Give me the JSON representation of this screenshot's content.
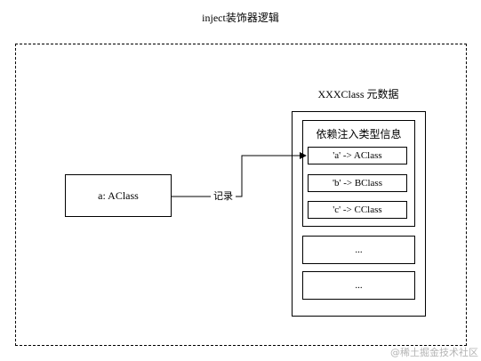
{
  "diagram": {
    "title": "inject装饰器逻辑",
    "metadata_title": "XXXClass 元数据",
    "dependency_title": "依赖注入类型信息",
    "entries": [
      "'a' -> AClass",
      "'b' -> BClass",
      "'c' -> CClass"
    ],
    "ellipsis_boxes": [
      "...",
      "..."
    ],
    "source_node": "a: AClass",
    "edge_label": "记录"
  },
  "watermark": "@稀土掘金技术社区"
}
